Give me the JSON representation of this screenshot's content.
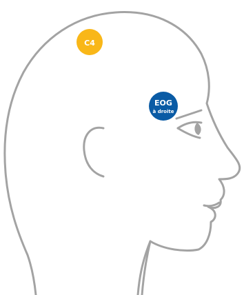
{
  "colors": {
    "outline": "#a3a3a3",
    "c4": "#f9b718",
    "eog": "#0a5ba5",
    "marker_text": "#ffffff"
  },
  "markers": {
    "c4": {
      "label": "C4"
    },
    "eog": {
      "label": "EOG",
      "sublabel": "à droite"
    }
  }
}
